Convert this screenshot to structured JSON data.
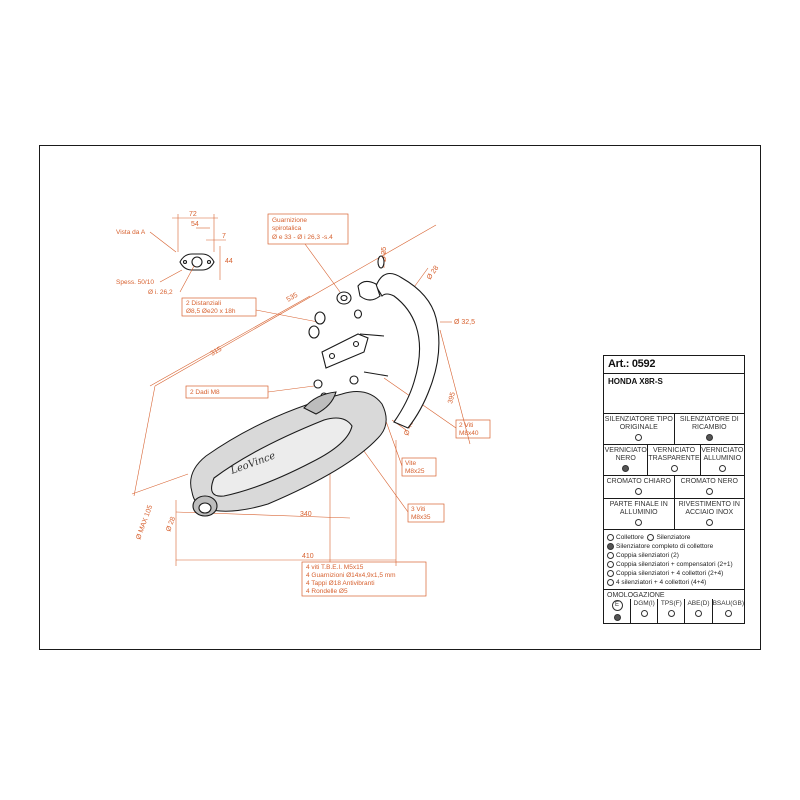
{
  "drawing": {
    "view_label": "Vista da A",
    "thickness_label": "Spess. 50/10",
    "flange_hole": "Ø i. 26,2",
    "flange_dims": {
      "d72": "72",
      "d54": "54",
      "d7": "7",
      "d44": "44"
    },
    "gasket_label": [
      "Guarnizione",
      "spirotalica",
      "Ø e 33 - Ø i 26,3 -s.4"
    ],
    "spacers_label": [
      "2 Distanziali",
      "Ø8,5  Øe20 x 18h"
    ],
    "nuts_label": "2 Dadi M8",
    "screws_m8x40": [
      "2 Viti",
      "M8x40"
    ],
    "screw_m8x25": [
      "Vite",
      "M8x25"
    ],
    "screws_m8x35": [
      "3 Viti",
      "M8x35"
    ],
    "hardware_list": [
      "4 viti T.B.E.I. M5x15",
      "4 Guarnizioni Ø14x4,9x1,5 mm",
      "4 Tappi Ø18 Antivibranti",
      "4 Rondelle Ø5"
    ],
    "dims": {
      "d535": "535",
      "d315": "315",
      "d25": "Ø 25",
      "d28": "Ø 28",
      "d325": "Ø 32,5",
      "d395": "395",
      "d45": "Ø 45",
      "d340": "340",
      "d410": "410",
      "d28b": "Ø 28",
      "dmax": "Ø MAX 105"
    },
    "brand_mark": "LeoVince"
  },
  "spec": {
    "article": "Art.: 0592",
    "model": "HONDA X8R-S",
    "silencer_types": [
      {
        "label": "SILENZIATORE TIPO ORIGINALE",
        "selected": false
      },
      {
        "label": "SILENZIATORE DI RICAMBIO",
        "selected": true
      }
    ],
    "finishes": [
      {
        "label": "VERNICIATO NERO",
        "selected": true
      },
      {
        "label": "VERNICIATO TRASPARENTE",
        "selected": false
      },
      {
        "label": "VERNICIATO ALLUMINIO",
        "selected": false
      }
    ],
    "chrome": [
      {
        "label": "CROMATO CHIARO",
        "selected": false
      },
      {
        "label": "CROMATO NERO",
        "selected": false
      }
    ],
    "end_parts": [
      {
        "label": "PARTE FINALE IN ALLUMINIO",
        "selected": false
      },
      {
        "label": "RIVESTIMENTO IN ACCIAIO INOX",
        "selected": false
      }
    ],
    "options": [
      {
        "label": "Collettore",
        "selected": false,
        "label2": "Silenziatore",
        "selected2": false
      },
      {
        "label": "Silenziatore completo di collettore",
        "selected": true
      },
      {
        "label": "Coppia silenziatori (2)",
        "selected": false
      },
      {
        "label": "Coppia silenziatori + compensatori (2+1)",
        "selected": false
      },
      {
        "label": "Coppia silenziatori + 4 collettori (2+4)",
        "selected": false
      },
      {
        "label": "4 silenziatori + 4 collettori (4+4)",
        "selected": false
      }
    ],
    "homologation_title": "OMOLOGAZIONE",
    "homologations": [
      {
        "label": "E",
        "selected": true,
        "badge": true
      },
      {
        "label": "DGM(I)",
        "selected": false
      },
      {
        "label": "TPS(F)",
        "selected": false
      },
      {
        "label": "ABE(D)",
        "selected": false
      },
      {
        "label": "BSAU(GB)",
        "selected": false
      }
    ]
  }
}
